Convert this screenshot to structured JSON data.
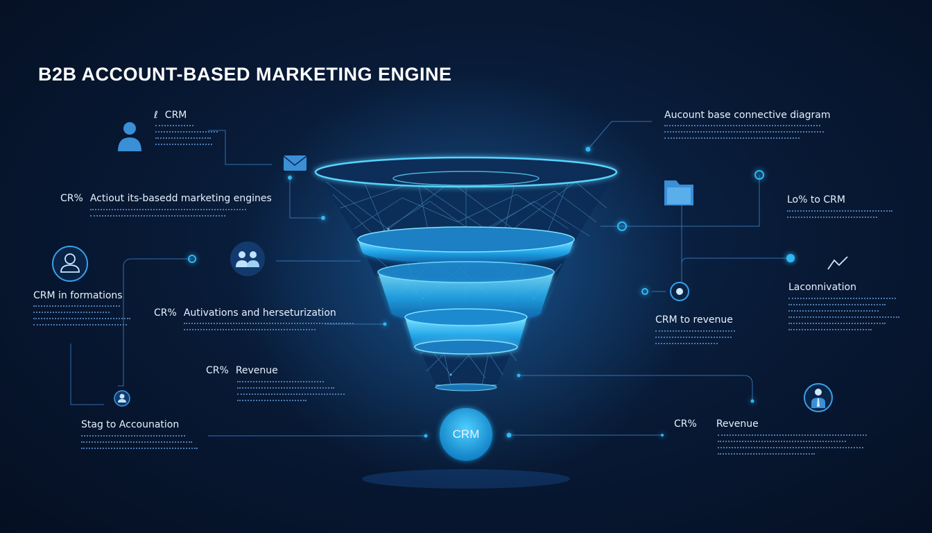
{
  "title": "B2B ACCOUNT-BASED MARKETING ENGINE",
  "center_node": {
    "label": "CRM"
  },
  "labels": {
    "crm_top": {
      "prefix": "ℓ",
      "text": "CRM"
    },
    "account_based": {
      "prefix": "CR%",
      "text": "Actiout its-basedd marketing engines"
    },
    "crm_formations": {
      "text": "CRM in formations"
    },
    "activations": {
      "prefix": "CR%",
      "text": "Autivations and herseturization"
    },
    "revenue_left": {
      "prefix": "CR%",
      "text": "Revenue"
    },
    "stag": {
      "text": "Stag to Accounation"
    },
    "account_diagram": {
      "text": "Aucount base connective diagram"
    },
    "to_crm": {
      "text": "Lo% to CRM"
    },
    "laconnivation": {
      "text": "Laconnivation"
    },
    "crm_revenue": {
      "text": "CRM to revenue"
    },
    "revenue_right": {
      "prefix": "CR%",
      "text": "Revenue"
    }
  },
  "icons": [
    "person-icon",
    "envelope-icon",
    "person-circle-icon",
    "group-icon",
    "folder-icon",
    "trend-icon",
    "target-icon",
    "user-small-icon",
    "businessman-icon"
  ],
  "colors": {
    "background": "#081a36",
    "accent": "#2fb8f5",
    "glow": "#33c4ff",
    "icon_fill": "#3a8fd6",
    "text_muted": "#4f7db3"
  }
}
